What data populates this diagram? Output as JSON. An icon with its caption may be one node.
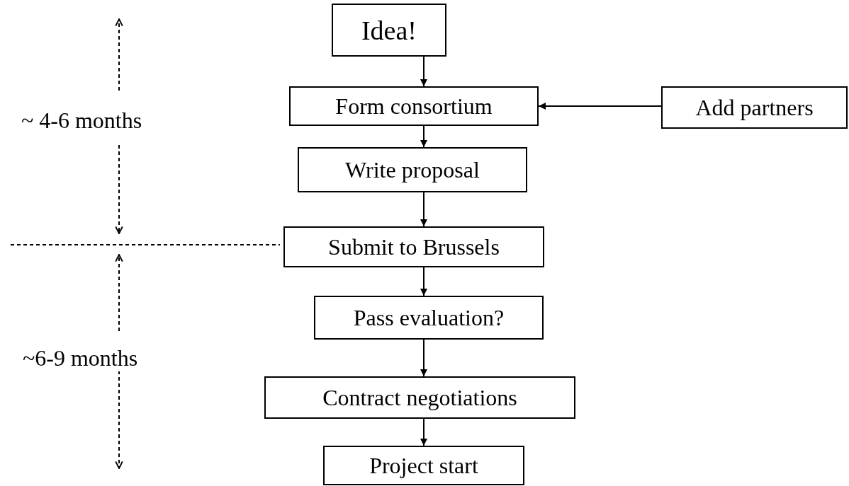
{
  "diagram": {
    "nodes": [
      {
        "text": [
          "Idea!"
        ]
      },
      {
        "text": [
          "Form consortium"
        ]
      },
      {
        "text": [
          "Add partners"
        ]
      },
      {
        "text": [
          "Write proposal"
        ]
      },
      {
        "text": [
          "Submit to Brussels"
        ]
      },
      {
        "text": [
          "Pass evaluation?"
        ]
      },
      {
        "text": [
          "Contract negotiations"
        ]
      },
      {
        "text": [
          "Project start"
        ]
      }
    ],
    "edges": [
      {
        "from": 0,
        "to": 1,
        "arrow": "to"
      },
      {
        "from": 2,
        "to": 1,
        "arrow": "to"
      },
      {
        "from": 1,
        "to": 3,
        "arrow": "to"
      },
      {
        "from": 3,
        "to": 4,
        "arrow": "to"
      },
      {
        "from": 4,
        "to": 5,
        "arrow": "to"
      },
      {
        "from": 5,
        "to": 6,
        "arrow": "to"
      },
      {
        "from": 6,
        "to": 7,
        "arrow": "to"
      }
    ],
    "labels": [
      "~ 4-6 months",
      "~6-9 months"
    ]
  }
}
